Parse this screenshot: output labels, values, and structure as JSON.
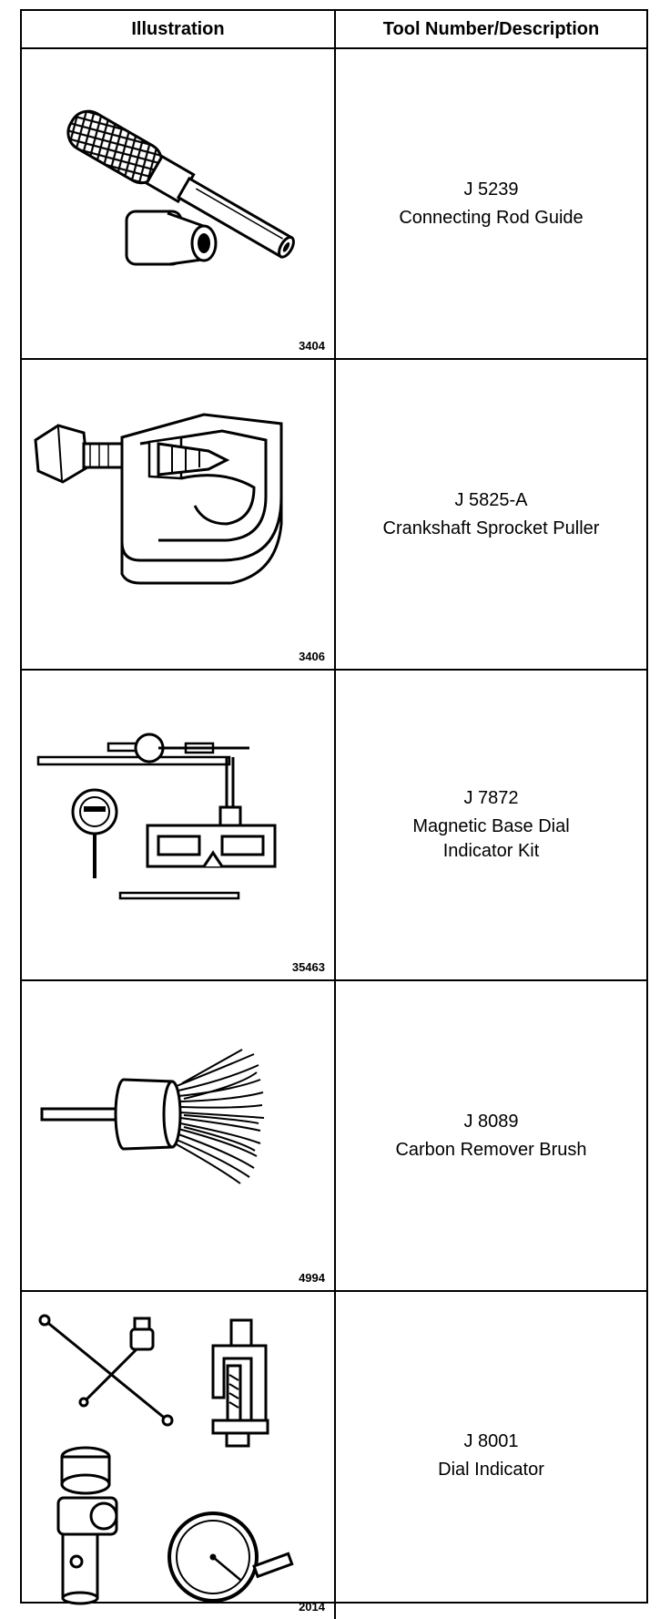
{
  "header": {
    "illustration": "Illustration",
    "description": "Tool Number/Description"
  },
  "rows": [
    {
      "fig": "3404",
      "number": "J 5239",
      "desc": "Connecting Rod Guide",
      "icon": "connecting-rod-guide-icon"
    },
    {
      "fig": "3406",
      "number": "J 5825-A",
      "desc": "Crankshaft Sprocket Puller",
      "icon": "sprocket-puller-icon"
    },
    {
      "fig": "35463",
      "number": "J 7872",
      "desc": "Magnetic Base Dial Indicator Kit",
      "icon": "dial-indicator-kit-icon"
    },
    {
      "fig": "4994",
      "number": "J 8089",
      "desc": "Carbon Remover Brush",
      "icon": "wire-brush-icon"
    },
    {
      "fig": "2014",
      "number": "J 8001",
      "desc": "Dial Indicator",
      "icon": "dial-indicator-icon"
    }
  ]
}
